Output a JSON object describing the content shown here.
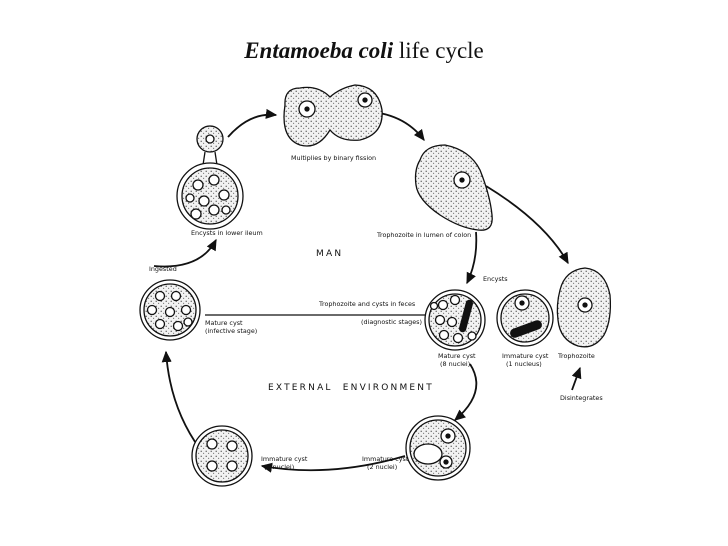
{
  "title": {
    "italic": "Entamoeba coli",
    "rest": "life cycle"
  },
  "regions": {
    "man": "MAN",
    "external": "EXTERNAL  ENVIRONMENT"
  },
  "labels": {
    "binary_fission": "Multiplies by binary fission",
    "encysts_lower_ileum": "Encysts in lower ileum",
    "trophozoite_colon": "Trophozoite in lumen of colon",
    "ingested": "Ingested",
    "encysts": "Encysts",
    "troph_cysts_feces": "Trophozoite and cysts in feces",
    "diagnostic_stages": "(diagnostic stages)",
    "mature_cyst_infective_1": "Mature cyst",
    "mature_cyst_infective_2": "(infective stage)",
    "mature_cyst_8_1": "Mature cyst",
    "mature_cyst_8_2": "(8 nuclei)",
    "immature_1n_1": "Immature cyst",
    "immature_1n_2": "(1 nucleus)",
    "trophozoite": "Trophozoite",
    "disintegrates": "Disintegrates",
    "immature_4n_1": "Immature cyst",
    "immature_4n_2": "(4 nuclei)",
    "immature_2n_1": "Immature cyst",
    "immature_2n_2": "(2 nuclei)"
  }
}
